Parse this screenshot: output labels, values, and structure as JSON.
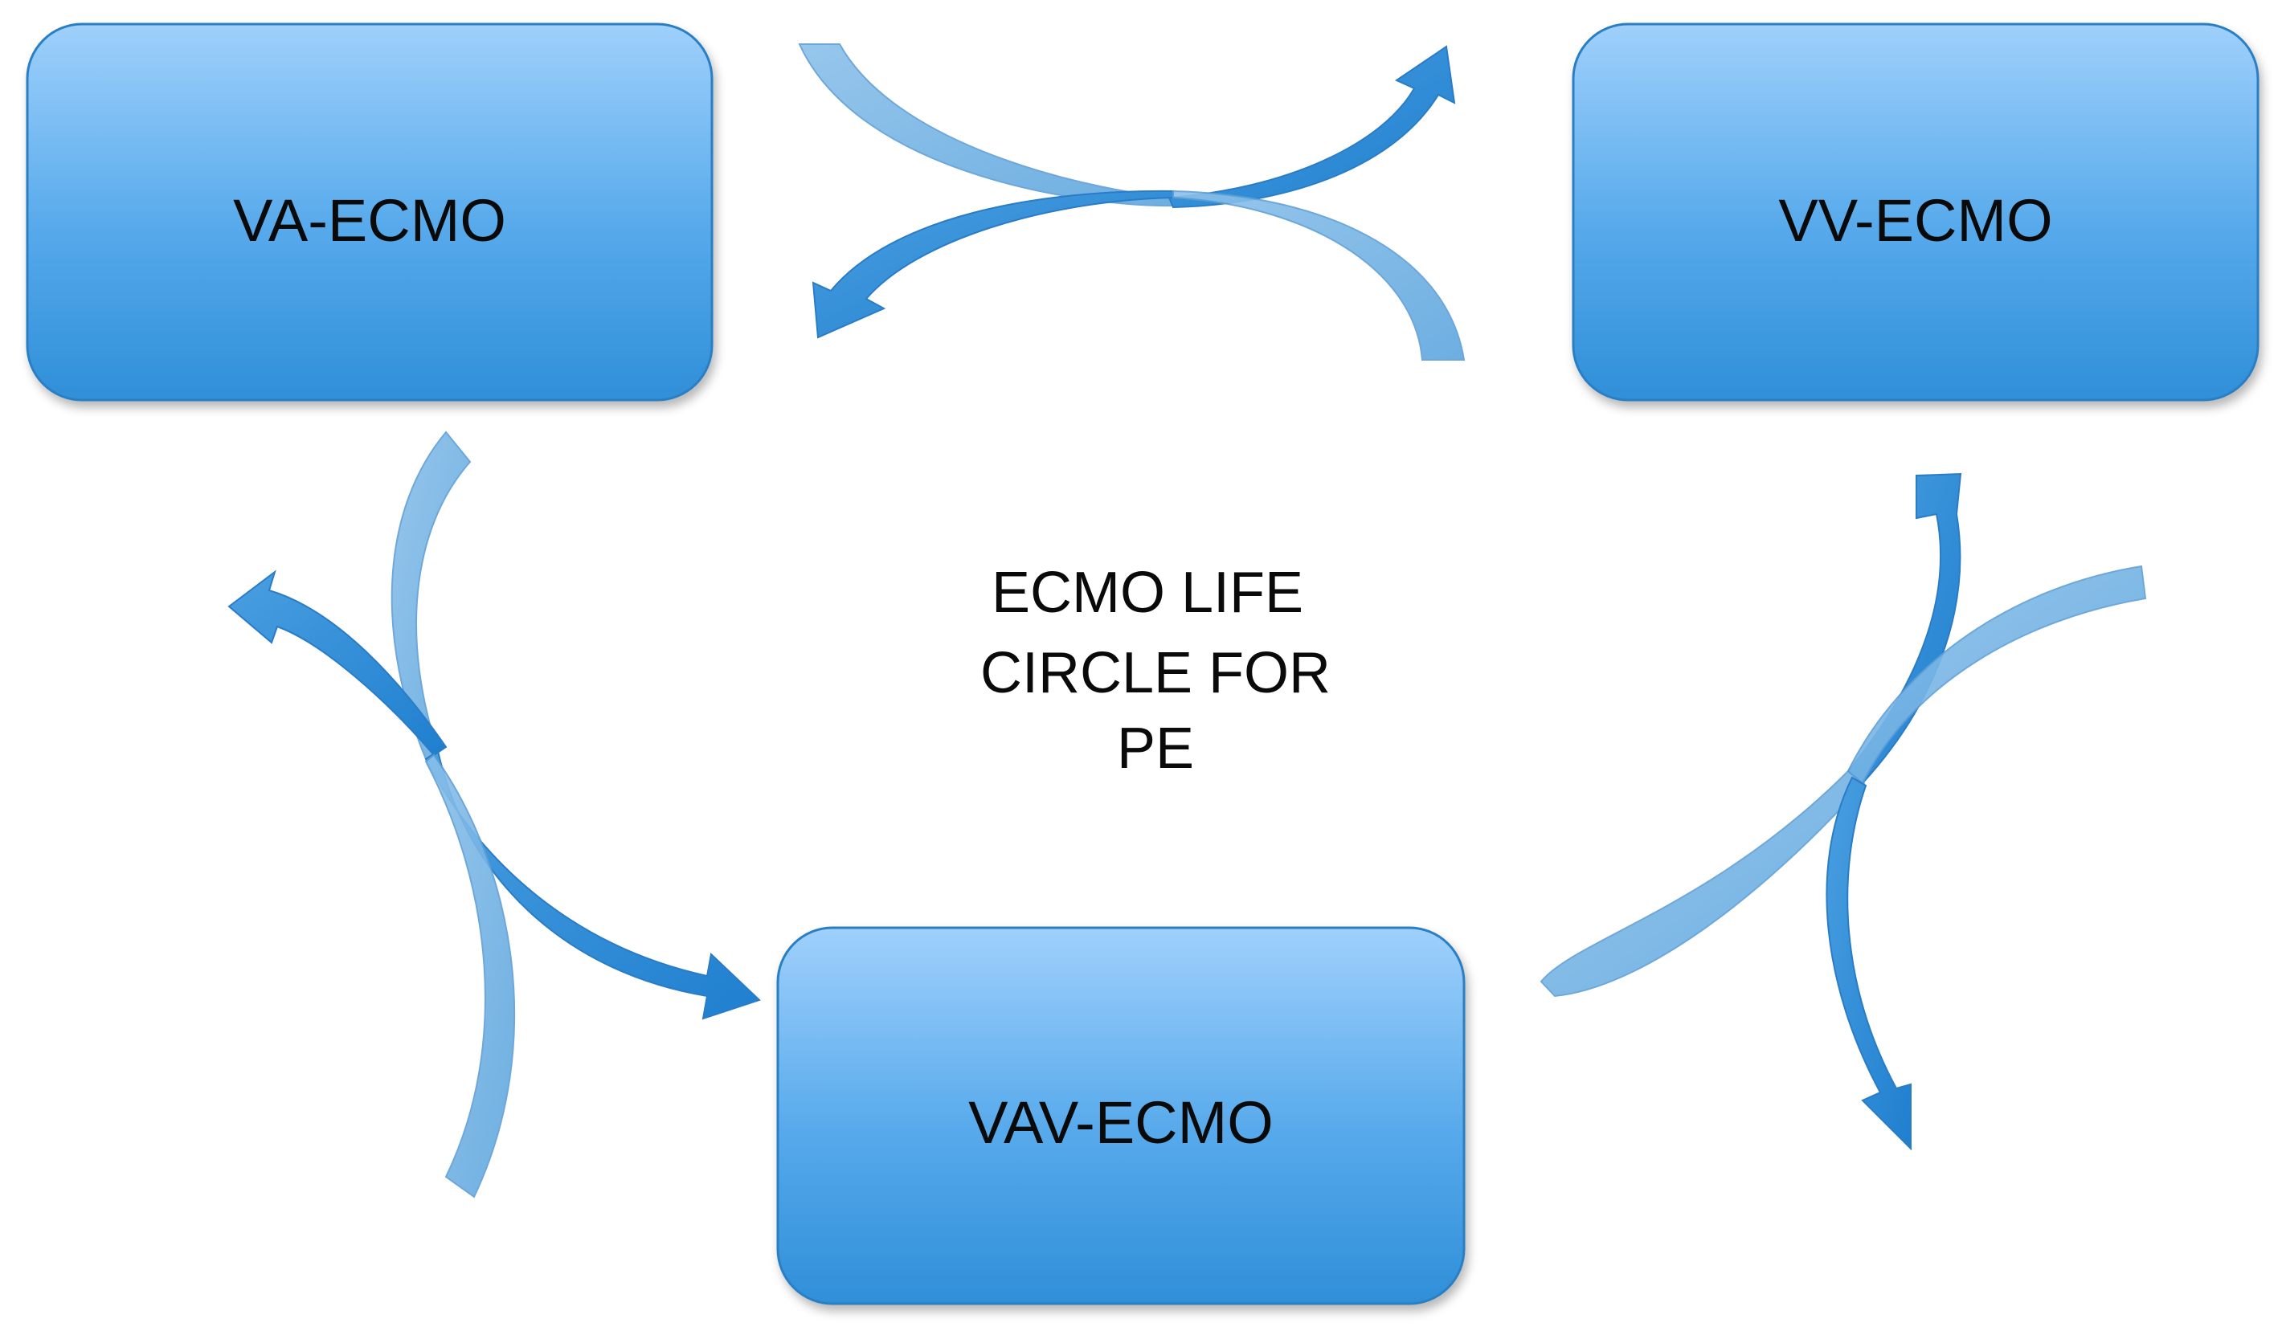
{
  "diagram": {
    "center_label": [
      "ECMO LIFE",
      "CIRCLE FOR",
      "PE"
    ],
    "nodes": {
      "va": {
        "label": "VA-ECMO"
      },
      "vv": {
        "label": "VV-ECMO"
      },
      "vav": {
        "label": "VAV-ECMO"
      }
    },
    "transitions": [
      {
        "from": "VA-ECMO",
        "to": "VV-ECMO"
      },
      {
        "from": "VV-ECMO",
        "to": "VA-ECMO"
      },
      {
        "from": "VA-ECMO",
        "to": "VAV-ECMO"
      },
      {
        "from": "VAV-ECMO",
        "to": "VA-ECMO"
      },
      {
        "from": "VAV-ECMO",
        "to": "VV-ECMO"
      },
      {
        "from": "VV-ECMO",
        "to": "VAV-ECMO"
      }
    ],
    "colors": {
      "box_top": "#9fd0fb",
      "box_bottom": "#2f8fd8",
      "box_stroke": "#2a7fc4",
      "arrow_light": "#6fb1e4",
      "arrow_dark": "#2d86d2"
    }
  }
}
